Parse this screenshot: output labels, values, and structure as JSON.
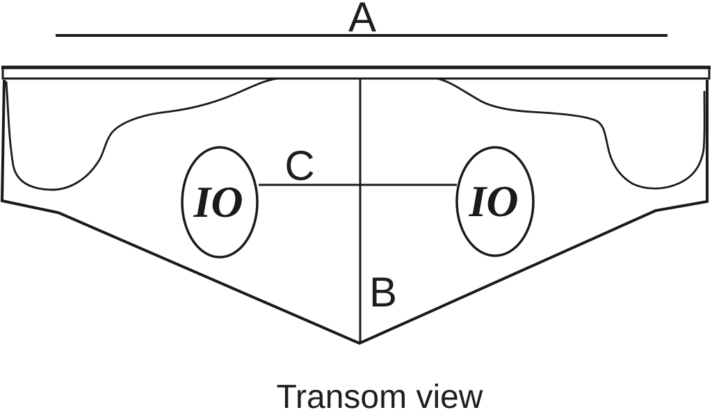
{
  "diagram": {
    "caption": "Transom view",
    "labels": {
      "a": "A",
      "b": "B",
      "c": "C"
    },
    "engines": {
      "port_label": "IO",
      "starboard_label": "IO"
    },
    "colors": {
      "line": "#1a1a1a",
      "background": "#ffffff"
    }
  }
}
